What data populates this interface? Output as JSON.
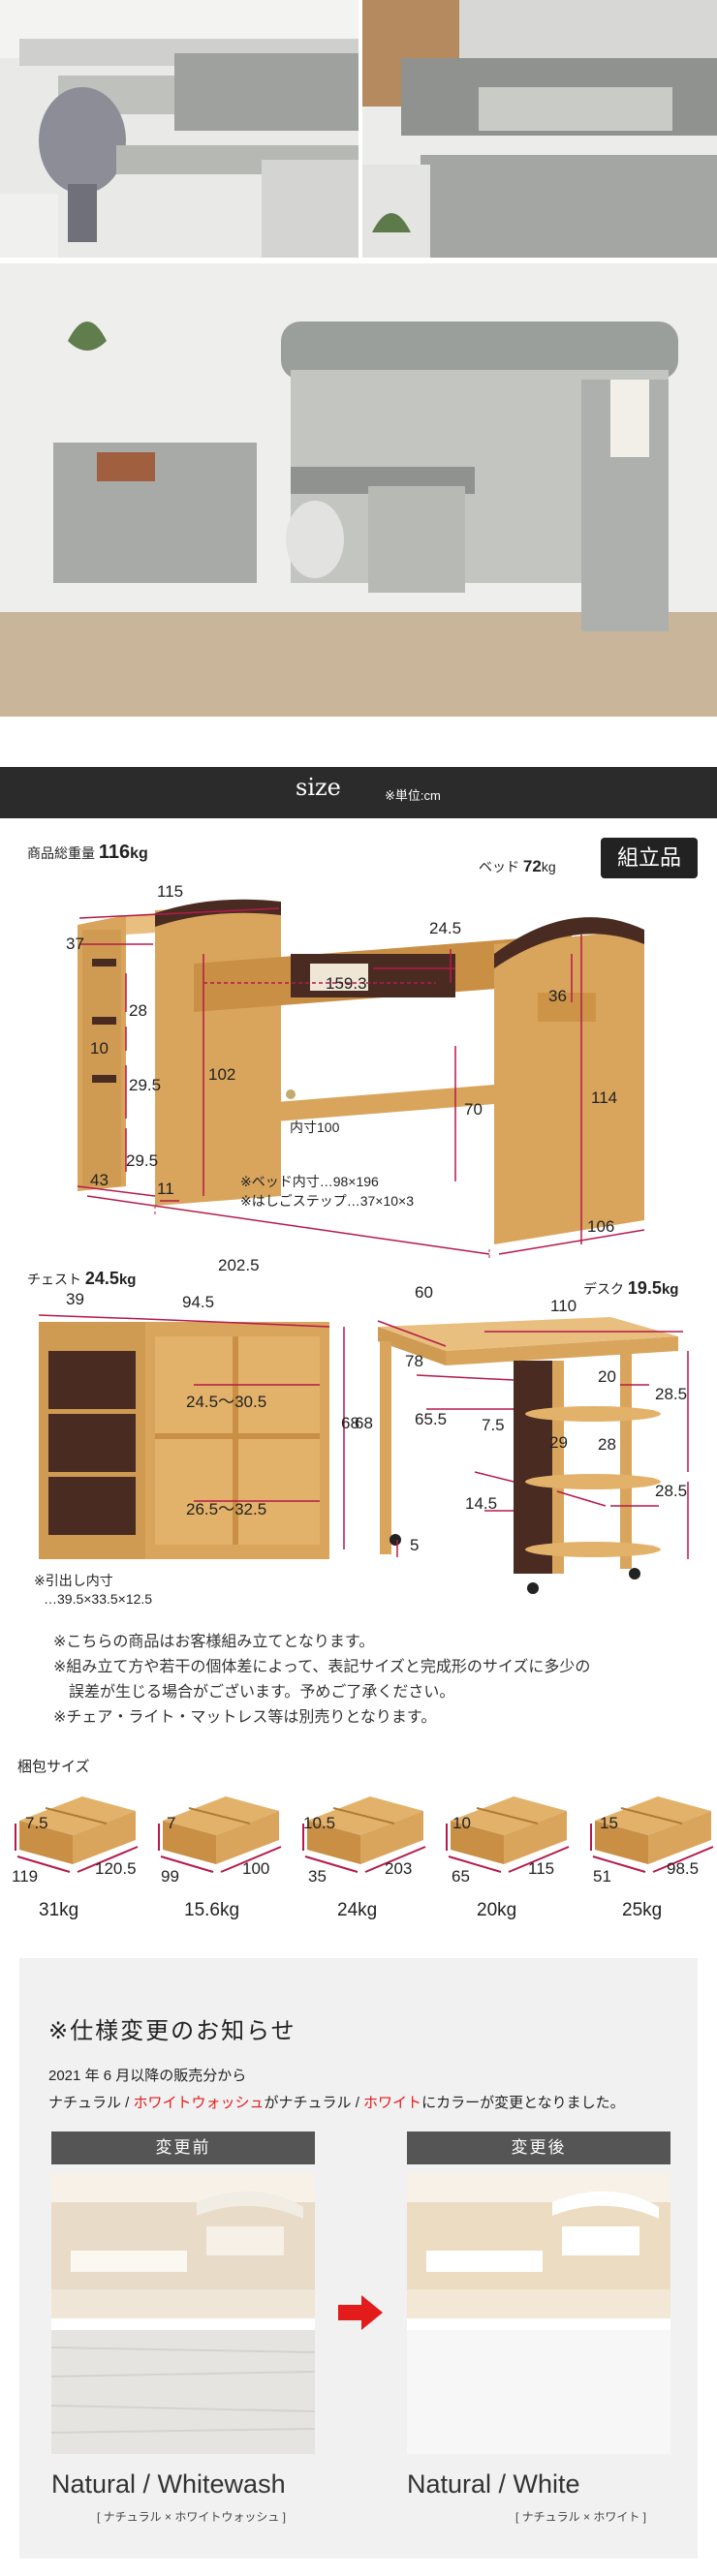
{
  "size_header": {
    "title": "size",
    "unit_note": "※単位:cm"
  },
  "weights": {
    "total_label": "商品総重量",
    "total_value": "116",
    "total_unit": "kg",
    "bed_label": "ベッド",
    "bed_value": "72",
    "bed_unit": "kg",
    "chest_label": "チェスト",
    "chest_value": "24.5",
    "chest_unit": "kg",
    "desk_label": "デスク",
    "desk_value": "19.5",
    "desk_unit": "kg"
  },
  "assembly_badge": "組立品",
  "bed_dims": {
    "w115": "115",
    "d37": "37",
    "h24_5": "24.5",
    "l159_3": "159.3",
    "h36": "36",
    "s28": "28",
    "s10": "10",
    "s29_5a": "29.5",
    "s29_5b": "29.5",
    "h102": "102",
    "inner100": "内寸100",
    "h70": "70",
    "h114": "114",
    "d43": "43",
    "d11": "11",
    "l202_5": "202.5",
    "d106": "106",
    "note1": "※ベッド内寸…98×196",
    "note2": "※はしごステップ…37×10×3"
  },
  "chest_dims": {
    "d39": "39",
    "w94_5": "94.5",
    "i1": "24.5～30.5",
    "i2": "26.5～32.5",
    "h68": "68",
    "note1": "※引出し内寸",
    "note2": "…39.5×33.5×12.5"
  },
  "desk_dims": {
    "d60": "60",
    "w110": "110",
    "i78": "78",
    "s20": "20",
    "h28_5a": "28.5",
    "h68": "68",
    "i65_5": "65.5",
    "s7_5": "7.5",
    "s29": "29",
    "s28": "28",
    "h28_5b": "28.5",
    "s14_5": "14.5",
    "s5": "5"
  },
  "notes": [
    "※こちらの商品はお客様組み立てとなります。",
    "※組み立て方や若干の個体差によって、表記サイズと完成形のサイズに多少の",
    "　誤差が生じる場合がございます。予めご了承ください。",
    "※チェア・ライト・マットレス等は別売りとなります。"
  ],
  "package": {
    "title": "梱包サイズ",
    "boxes": [
      {
        "h": "7.5",
        "a": "119",
        "b": "120.5",
        "kg": "31kg"
      },
      {
        "h": "7",
        "a": "99",
        "b": "100",
        "kg": "15.6kg"
      },
      {
        "h": "10.5",
        "a": "35",
        "b": "203",
        "kg": "24kg"
      },
      {
        "h": "10",
        "a": "65",
        "b": "115",
        "kg": "20kg"
      },
      {
        "h": "15",
        "a": "51",
        "b": "98.5",
        "kg": "25kg"
      }
    ]
  },
  "spec_change": {
    "title": "※仕様変更のお知らせ",
    "line1": "2021 年 6 月以降の販売分から",
    "line2_a": "ナチュラル / ",
    "line2_b": "ホワイトウォッシュ",
    "line2_c": "がナチュラル / ",
    "line2_d": "ホワイト",
    "line2_e": "にカラーが変更となりました。",
    "before_label": "変更前",
    "after_label": "変更後",
    "before_name": "Natural / Whitewash",
    "before_sub": "[ ナチュラル × ホワイトウォッシュ ]",
    "after_name": "Natural / White",
    "after_sub": "[ ナチュラル × ホワイト ]"
  },
  "colors": {
    "accent_red": "#e31b1b",
    "wood": "#d9a55c",
    "dark_wood": "#4a2b22",
    "dim_line": "#b51a4a"
  }
}
